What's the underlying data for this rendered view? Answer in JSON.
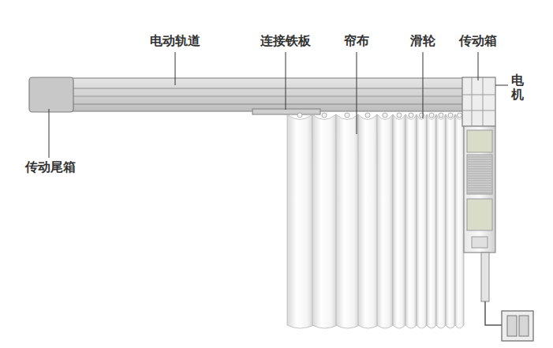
{
  "diagram": {
    "labels": [
      "电动轨道",
      "连接铁板",
      "帘布",
      "滑轮",
      "传动箱",
      "电机",
      "传动尾箱"
    ]
  }
}
